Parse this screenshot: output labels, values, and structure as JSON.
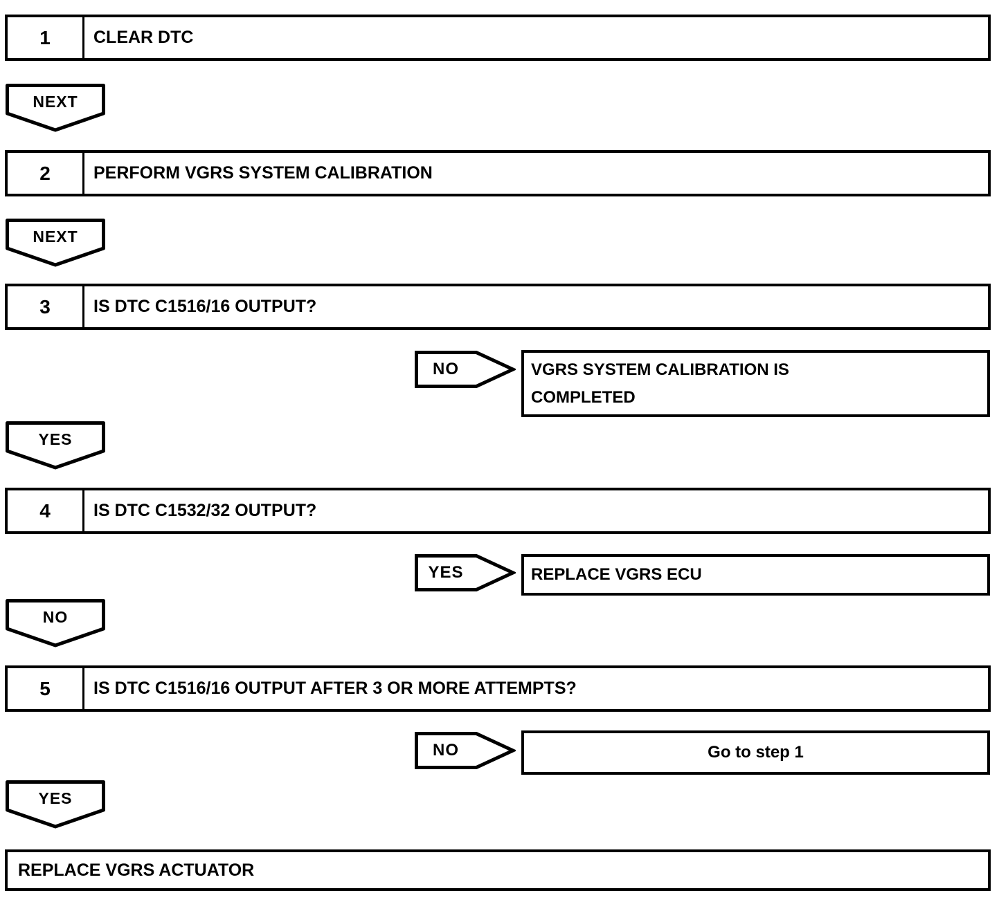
{
  "colors": {
    "line": "#000000",
    "background": "#ffffff"
  },
  "steps": [
    {
      "number": "1",
      "title": "CLEAR DTC"
    },
    {
      "number": "2",
      "title": "PERFORM VGRS SYSTEM CALIBRATION"
    },
    {
      "number": "3",
      "title": "IS DTC C1516/16 OUTPUT?"
    },
    {
      "number": "4",
      "title": "IS DTC C1532/32 OUTPUT?"
    },
    {
      "number": "5",
      "title": "IS DTC C1516/16 OUTPUT AFTER 3 OR MORE ATTEMPTS?"
    }
  ],
  "connectors": [
    {
      "label": "NEXT"
    },
    {
      "label": "NEXT"
    },
    {
      "label": "YES"
    },
    {
      "label": "NO"
    },
    {
      "label": "YES"
    }
  ],
  "branches": [
    {
      "label": "NO",
      "result": "VGRS SYSTEM CALIBRATION IS\nCOMPLETED"
    },
    {
      "label": "YES",
      "result": "REPLACE VGRS ECU"
    },
    {
      "label": "NO",
      "result": "Go to step 1"
    }
  ],
  "final": {
    "title": "REPLACE VGRS ACTUATOR"
  }
}
